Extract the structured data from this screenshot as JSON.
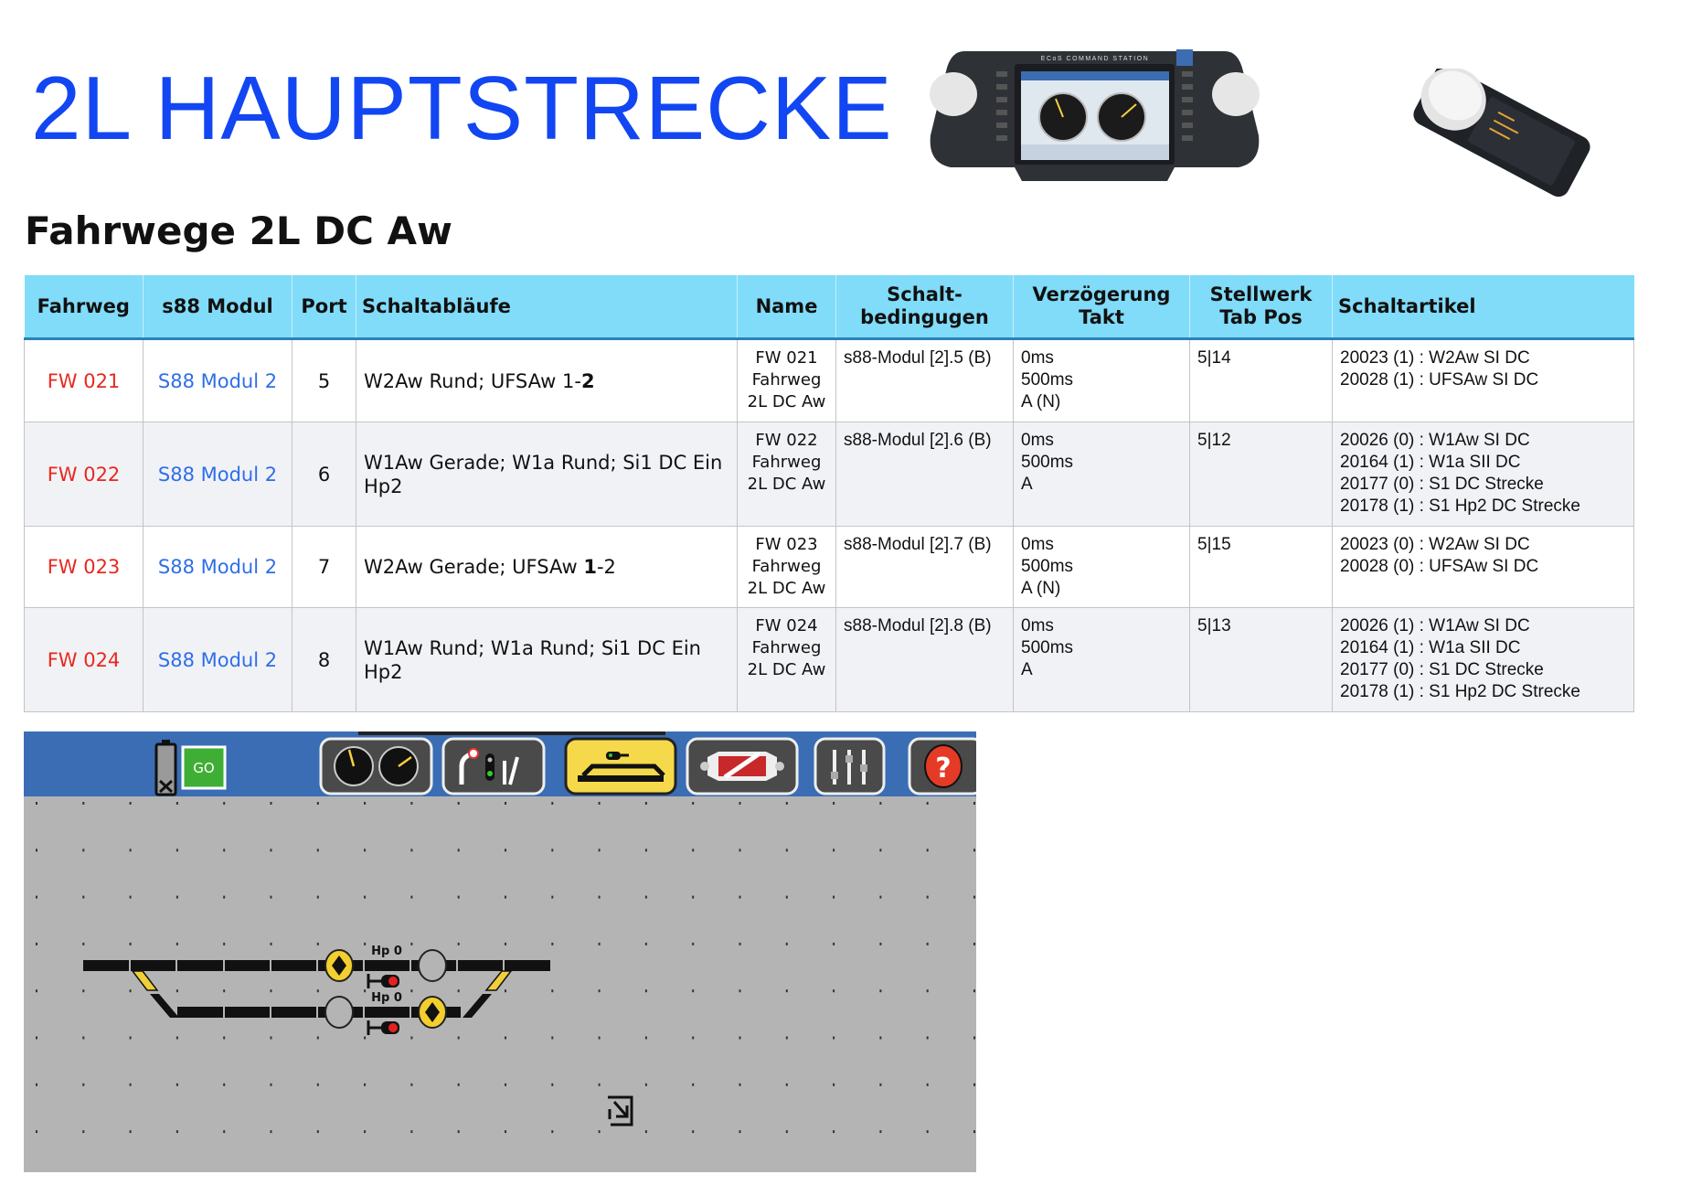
{
  "page": {
    "title": "2L HAUPTSTRECKE",
    "subtitle": "Fahrwege 2L DC Aw"
  },
  "table": {
    "headers": [
      "Fahrweg",
      "s88 Modul",
      "Port",
      "Schaltabläufe",
      "Name",
      "Schalt-\nbedingugen",
      "Verzögerung\nTakt",
      "Stellwerk\nTab Pos",
      "Schaltartikel"
    ],
    "rows": [
      {
        "fahrweg": "FW 021",
        "modul": "S88 Modul 2",
        "port": "5",
        "seq": {
          "pre": "W2Aw Rund; UFSAw 1-",
          "bold": "2",
          "post": ""
        },
        "name": "FW 021\nFahrweg\n2L DC Aw",
        "bedingungen": "s88-Modul [2].5 (B)",
        "verzoegerung": "0ms\n500ms\nA (N)",
        "stellwerk": "5|14",
        "artikel": "20023 (1) : W2Aw SI DC\n20028 (1) : UFSAw SI DC"
      },
      {
        "fahrweg": "FW 022",
        "modul": "S88 Modul 2",
        "port": "6",
        "seq": {
          "pre": "W1Aw Gerade; W1a Rund; Si1 DC Ein Hp2",
          "bold": "",
          "post": ""
        },
        "name": "FW 022\nFahrweg\n2L DC Aw",
        "bedingungen": "s88-Modul [2].6 (B)",
        "verzoegerung": "0ms\n500ms\nA",
        "stellwerk": "5|12",
        "artikel": "20026 (0) : W1Aw SI DC\n20164 (1) : W1a SII DC\n20177 (0) : S1  DC Strecke\n20178 (1) : S1 Hp2 DC Strecke"
      },
      {
        "fahrweg": "FW 023",
        "modul": "S88 Modul 2",
        "port": "7",
        "seq": {
          "pre": "W2Aw Gerade; UFSAw ",
          "bold": "1",
          "post": "-2"
        },
        "name": "FW 023\nFahrweg\n2L DC Aw",
        "bedingungen": "s88-Modul [2].7 (B)",
        "verzoegerung": "0ms\n500ms\nA (N)",
        "stellwerk": "5|15",
        "artikel": "20023 (0) : W2Aw SI DC\n20028 (0) : UFSAw SI DC"
      },
      {
        "fahrweg": "FW 024",
        "modul": "S88 Modul 2",
        "port": "8",
        "seq": {
          "pre": "W1Aw Rund; W1a Rund; Si1 DC Ein Hp2",
          "bold": "",
          "post": ""
        },
        "name": "FW 024\nFahrweg\n2L DC Aw",
        "bedingungen": "s88-Modul [2].8 (B)",
        "verzoegerung": "0ms\n500ms\nA",
        "stellwerk": "5|13",
        "artikel": "20026 (1) : W1Aw SI DC\n20164 (1) : W1a SII DC\n20177 (0) : S1  DC Strecke\n20178 (1) : S1 Hp2 DC Strecke"
      }
    ]
  },
  "ecos": {
    "go_label": "GO",
    "signal_label_top": "Hp 0",
    "signal_label_bottom": "Hp 0",
    "toolbar_icons": [
      "locomotive-control-icon",
      "switch-signal-icon",
      "track-layout-icon",
      "programming-icon",
      "settings-sliders-icon",
      "help-icon"
    ],
    "active_tool": "track-layout-icon"
  },
  "devices": {
    "station_label": "ECoS COMMAND STATION"
  },
  "colors": {
    "title": "#1246f2",
    "route": "#e8281f",
    "module": "#2f6ee8",
    "header_bg": "#80dcf9",
    "toolbar_bg": "#3a6db3",
    "canvas_bg": "#b4b4b4",
    "active_button": "#f5d94a"
  }
}
